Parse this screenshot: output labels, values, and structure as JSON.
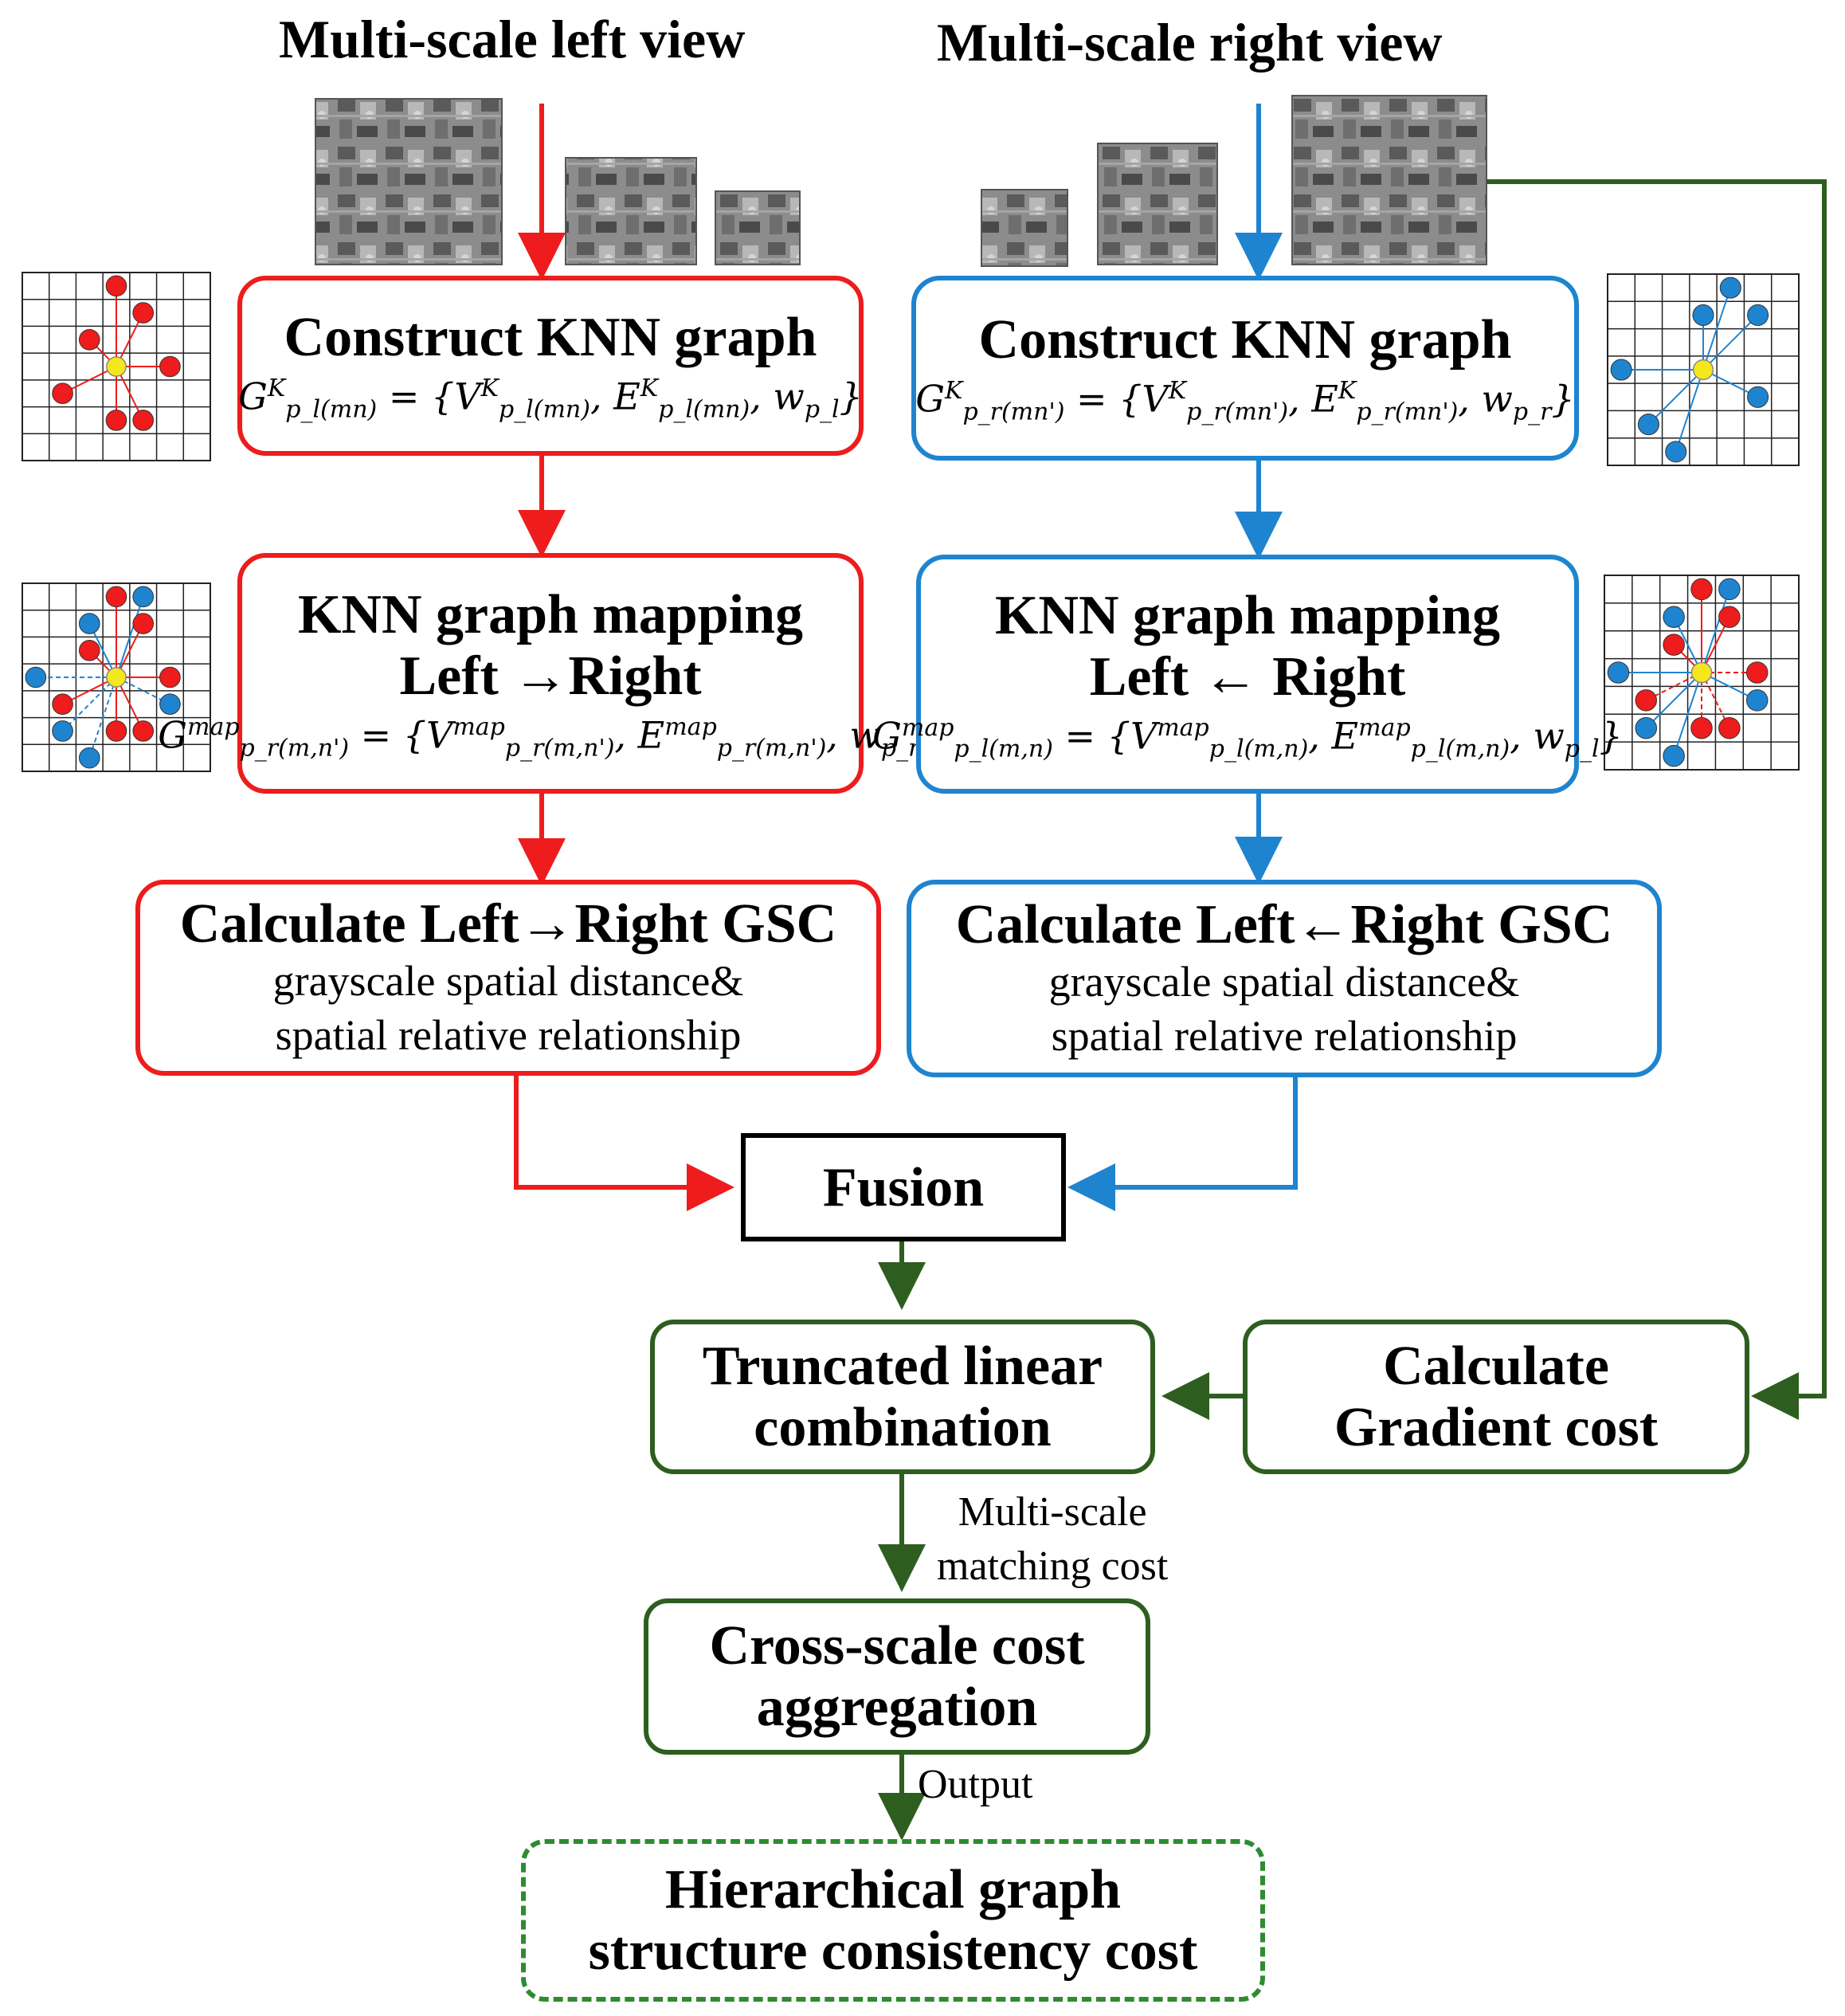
{
  "titles": {
    "left_view": "Multi-scale left view",
    "right_view": "Multi-scale right view"
  },
  "left": {
    "construct": {
      "title": "Construct KNN graph",
      "formula": "G^K_{p_l(mn)} = {V^K_{p_l(mn)}, E^K_{p_l(mn)}, w_{p_l}}"
    },
    "mapping": {
      "title_line1": "KNN graph mapping",
      "title_line2": "Left →Right",
      "formula": "G^map_{p_r(m,n')} = {V^map_{p_r(m,n')}, E^map_{p_r(m,n')}, w_{p_r}}"
    },
    "gsc": {
      "title": "Calculate Left→Right GSC",
      "line1": "grayscale spatial distance&",
      "line2": "spatial relative relationship"
    }
  },
  "right": {
    "construct": {
      "title": "Construct KNN graph",
      "formula": "G^K_{p_r(mn')} = {V^K_{p_r(mn')}, E^K_{p_r(mn')}, w_{p_r}}"
    },
    "mapping": {
      "title_line1": "KNN graph mapping",
      "title_line2": "Left ← Right",
      "formula": "G^map_{p_l(m,n)} = {V^map_{p_l(m,n)}, E^map_{p_l(m,n)}, w_{p_l}}"
    },
    "gsc": {
      "title": "Calculate Left←Right GSC",
      "line1": "grayscale spatial distance&",
      "line2": "spatial relative relationship"
    }
  },
  "fusion": "Fusion",
  "truncated": {
    "line1": "Truncated linear",
    "line2": "combination"
  },
  "gradient": {
    "line1": "Calculate",
    "line2": "Gradient cost"
  },
  "multiscale_label": {
    "line1": "Multi-scale",
    "line2": "matching cost"
  },
  "aggregation": {
    "line1": "Cross-scale cost",
    "line2": "aggregation"
  },
  "output_label": "Output",
  "result": {
    "line1": "Hierarchical graph",
    "line2": "structure consistency cost"
  },
  "colors": {
    "left": "#ee1c1c",
    "right": "#1f84d0",
    "green": "#2e5e1f",
    "dashed_green": "#2e8b30",
    "center_node": "#f5e71c"
  }
}
